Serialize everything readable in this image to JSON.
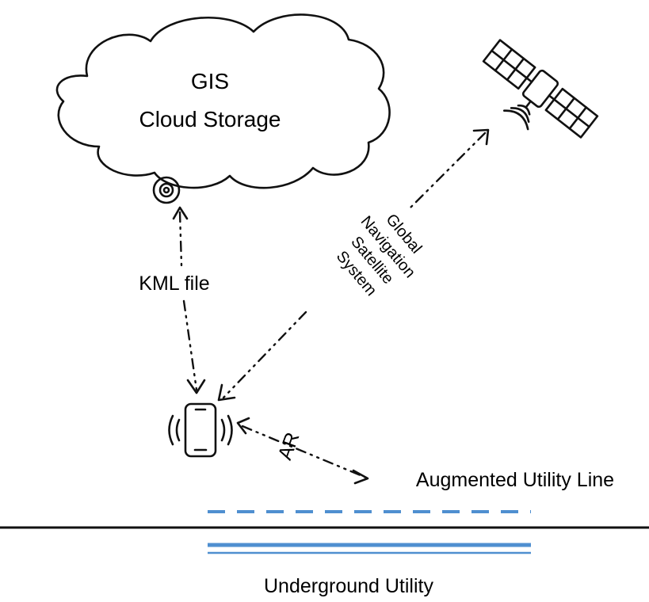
{
  "cloud": {
    "title_line1": "GIS",
    "title_line2": "Cloud Storage"
  },
  "links": {
    "kml": "KML file",
    "gnss": [
      "Global",
      "Navigation",
      "Satellite",
      "System"
    ],
    "ar": "AR"
  },
  "labels": {
    "augmented": "Augmented Utility Line",
    "underground": "Underground Utility"
  },
  "colors": {
    "ink": "#111111",
    "utility_blue": "#4f8fd0"
  },
  "icons": [
    "cloud-icon",
    "database-icon",
    "satellite-icon",
    "smartphone-icon"
  ]
}
